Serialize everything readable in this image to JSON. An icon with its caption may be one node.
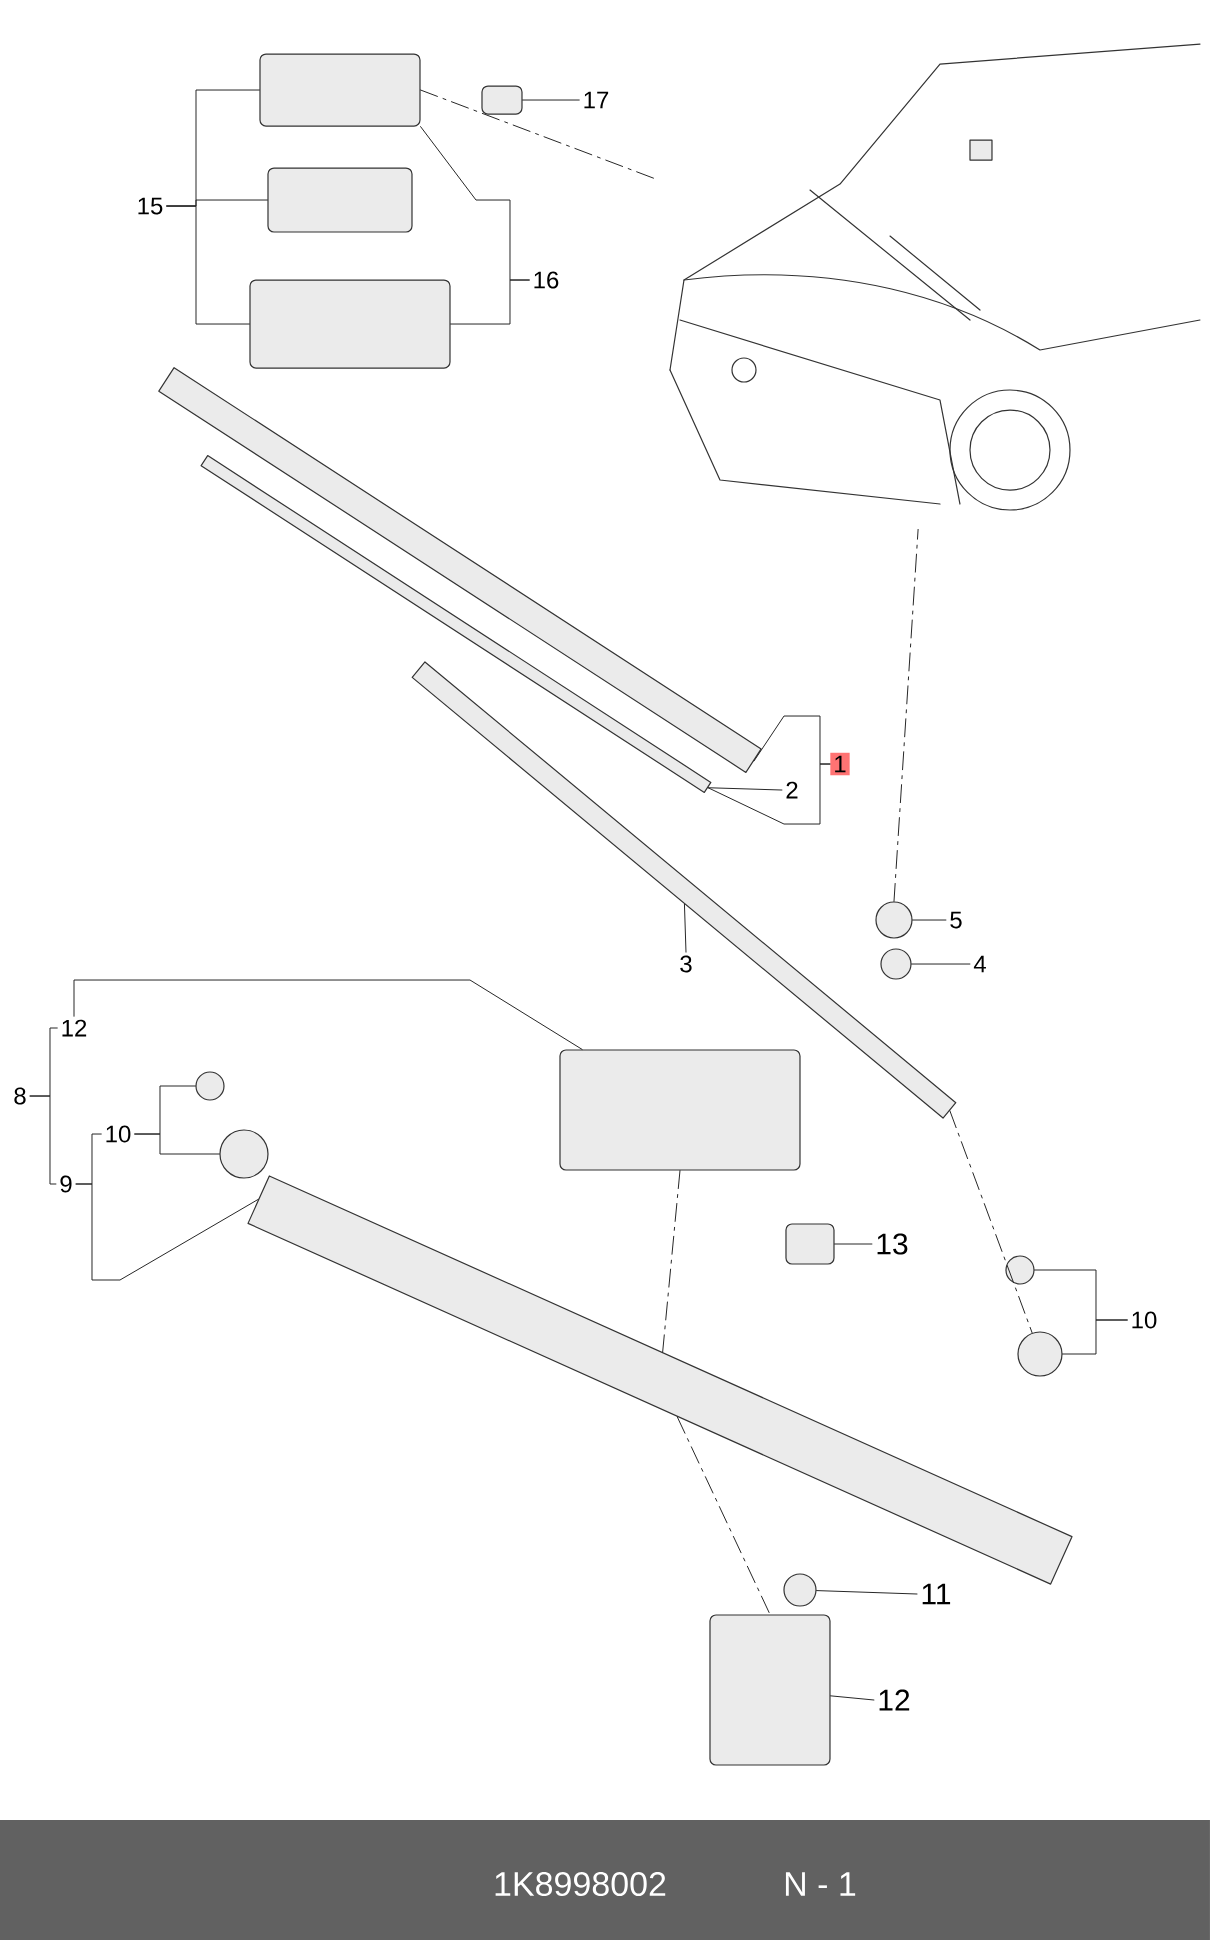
{
  "diagram": {
    "nodes": [
      {
        "text": [],
        "shape": "box"
      },
      {
        "text": [
          "17"
        ]
      },
      {
        "text": [],
        "shape": "box"
      },
      {
        "text": [
          "15"
        ]
      },
      {
        "text": [],
        "shape": "box"
      },
      {
        "text": [
          "16"
        ]
      },
      {
        "text": [],
        "shape": "picture"
      },
      {
        "text": [],
        "shape": "box"
      },
      {
        "text": [],
        "shape": "bar"
      },
      {
        "text": [],
        "shape": "bar"
      },
      {
        "text": [],
        "shape": "bar"
      },
      {
        "text": [
          "1"
        ]
      },
      {
        "text": [
          "2"
        ]
      },
      {
        "text": [],
        "shape": "circle"
      },
      {
        "text": [
          "5"
        ]
      },
      {
        "text": [
          "3"
        ]
      },
      {
        "text": [],
        "shape": "circle"
      },
      {
        "text": [
          "4"
        ]
      },
      {
        "text": [
          "12"
        ]
      },
      {
        "text": [
          "8"
        ]
      },
      {
        "text": [],
        "shape": "box"
      },
      {
        "text": [],
        "shape": "circle"
      },
      {
        "text": [
          "10"
        ]
      },
      {
        "text": [],
        "shape": "circle"
      },
      {
        "text": [
          "9"
        ]
      },
      {
        "text": [],
        "shape": "box"
      },
      {
        "text": [
          "13"
        ]
      },
      {
        "text": [],
        "shape": "circle"
      },
      {
        "text": [
          "10"
        ]
      },
      {
        "text": [],
        "shape": "circle"
      },
      {
        "text": [],
        "shape": "bar"
      },
      {
        "text": [],
        "shape": "circle"
      },
      {
        "text": [
          "11"
        ]
      },
      {
        "text": [],
        "shape": "box"
      },
      {
        "text": [
          "12"
        ]
      }
    ],
    "edges": [
      {
        "from": 1,
        "to": 2,
        "arrow": "none"
      },
      {
        "from": 3,
        "to": 0,
        "arrow": "none"
      },
      {
        "from": 3,
        "to": 4,
        "arrow": "none"
      },
      {
        "from": 3,
        "to": 7,
        "arrow": "none"
      },
      {
        "from": 5,
        "to": 0,
        "arrow": "none"
      },
      {
        "from": 5,
        "to": 7,
        "arrow": "none"
      },
      {
        "from": 0,
        "to": 6,
        "arrow": "none",
        "style": "dashed"
      },
      {
        "from": 11,
        "to": 8,
        "arrow": "none"
      },
      {
        "from": 11,
        "to": 9,
        "arrow": "none"
      },
      {
        "from": 12,
        "to": 9,
        "arrow": "none"
      },
      {
        "from": 15,
        "to": 10,
        "arrow": "none"
      },
      {
        "from": 14,
        "to": 13,
        "arrow": "none"
      },
      {
        "from": 17,
        "to": 16,
        "arrow": "none"
      },
      {
        "from": 13,
        "to": 6,
        "arrow": "none",
        "style": "dashed"
      },
      {
        "from": 10,
        "to": 29,
        "arrow": "none",
        "style": "dashed"
      },
      {
        "from": 19,
        "to": 18,
        "arrow": "none"
      },
      {
        "from": 19,
        "to": 24,
        "arrow": "none"
      },
      {
        "from": 18,
        "to": 20,
        "arrow": "none"
      },
      {
        "from": 22,
        "to": 21,
        "arrow": "none"
      },
      {
        "from": 22,
        "to": 23,
        "arrow": "none"
      },
      {
        "from": 24,
        "to": 22,
        "arrow": "none"
      },
      {
        "from": 24,
        "to": 30,
        "arrow": "none"
      },
      {
        "from": 26,
        "to": 25,
        "arrow": "none"
      },
      {
        "from": 28,
        "to": 27,
        "arrow": "none"
      },
      {
        "from": 28,
        "to": 29,
        "arrow": "none"
      },
      {
        "from": 20,
        "to": 30,
        "arrow": "none",
        "style": "dashed"
      },
      {
        "from": 30,
        "to": 33,
        "arrow": "none",
        "style": "dashed"
      },
      {
        "from": 32,
        "to": 31,
        "arrow": "none"
      },
      {
        "from": 34,
        "to": 33,
        "arrow": "none"
      }
    ],
    "labels": [
      "1K8998002",
      "N - 1"
    ]
  }
}
